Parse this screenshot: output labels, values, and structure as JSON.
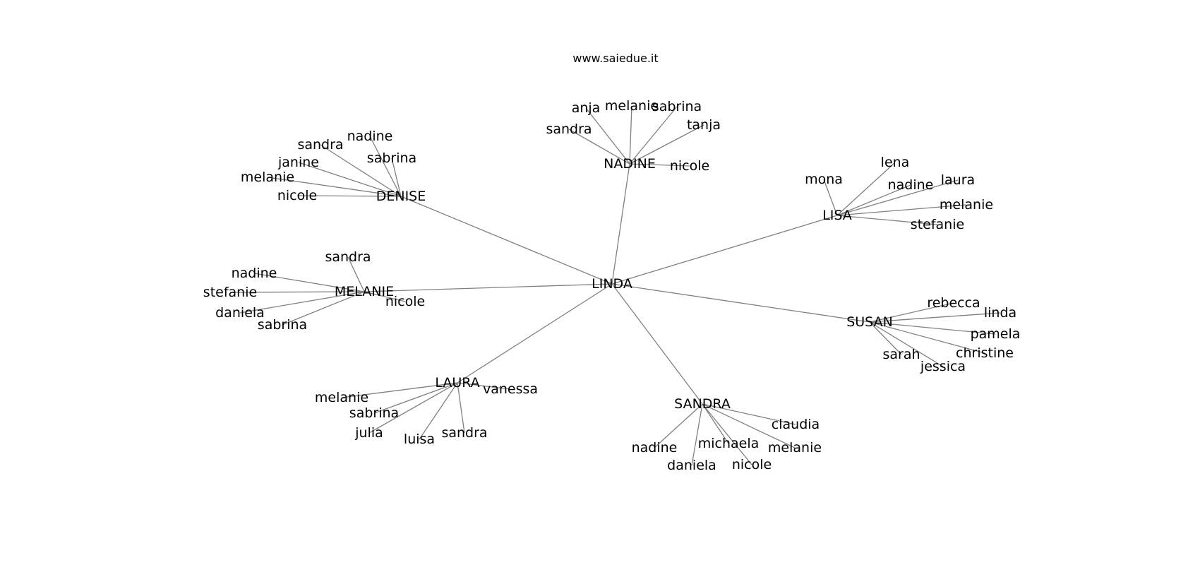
{
  "site_url": "www.saiedue.it",
  "center": {
    "name": "LINDA"
  },
  "clusters": [
    {
      "name": "DENISE",
      "leaves": [
        "nadine",
        "sandra",
        "sabrina",
        "janine",
        "melanie",
        "nicole"
      ]
    },
    {
      "name": "NADINE",
      "leaves": [
        "anja",
        "melanie",
        "sabrina",
        "sandra",
        "tanja",
        "nicole"
      ]
    },
    {
      "name": "LISA",
      "leaves": [
        "lena",
        "mona",
        "laura",
        "nadine",
        "melanie",
        "stefanie"
      ]
    },
    {
      "name": "MELANIE",
      "leaves": [
        "sandra",
        "nadine",
        "stefanie",
        "daniela",
        "sabrina",
        "nicole"
      ]
    },
    {
      "name": "SUSAN",
      "leaves": [
        "rebecca",
        "linda",
        "pamela",
        "christine",
        "sarah",
        "jessica"
      ]
    },
    {
      "name": "LAURA",
      "leaves": [
        "vanessa",
        "melanie",
        "sabrina",
        "julia",
        "luisa",
        "sandra"
      ]
    },
    {
      "name": "SANDRA",
      "leaves": [
        "claudia",
        "nadine",
        "michaela",
        "melanie",
        "daniela",
        "nicole"
      ]
    }
  ]
}
